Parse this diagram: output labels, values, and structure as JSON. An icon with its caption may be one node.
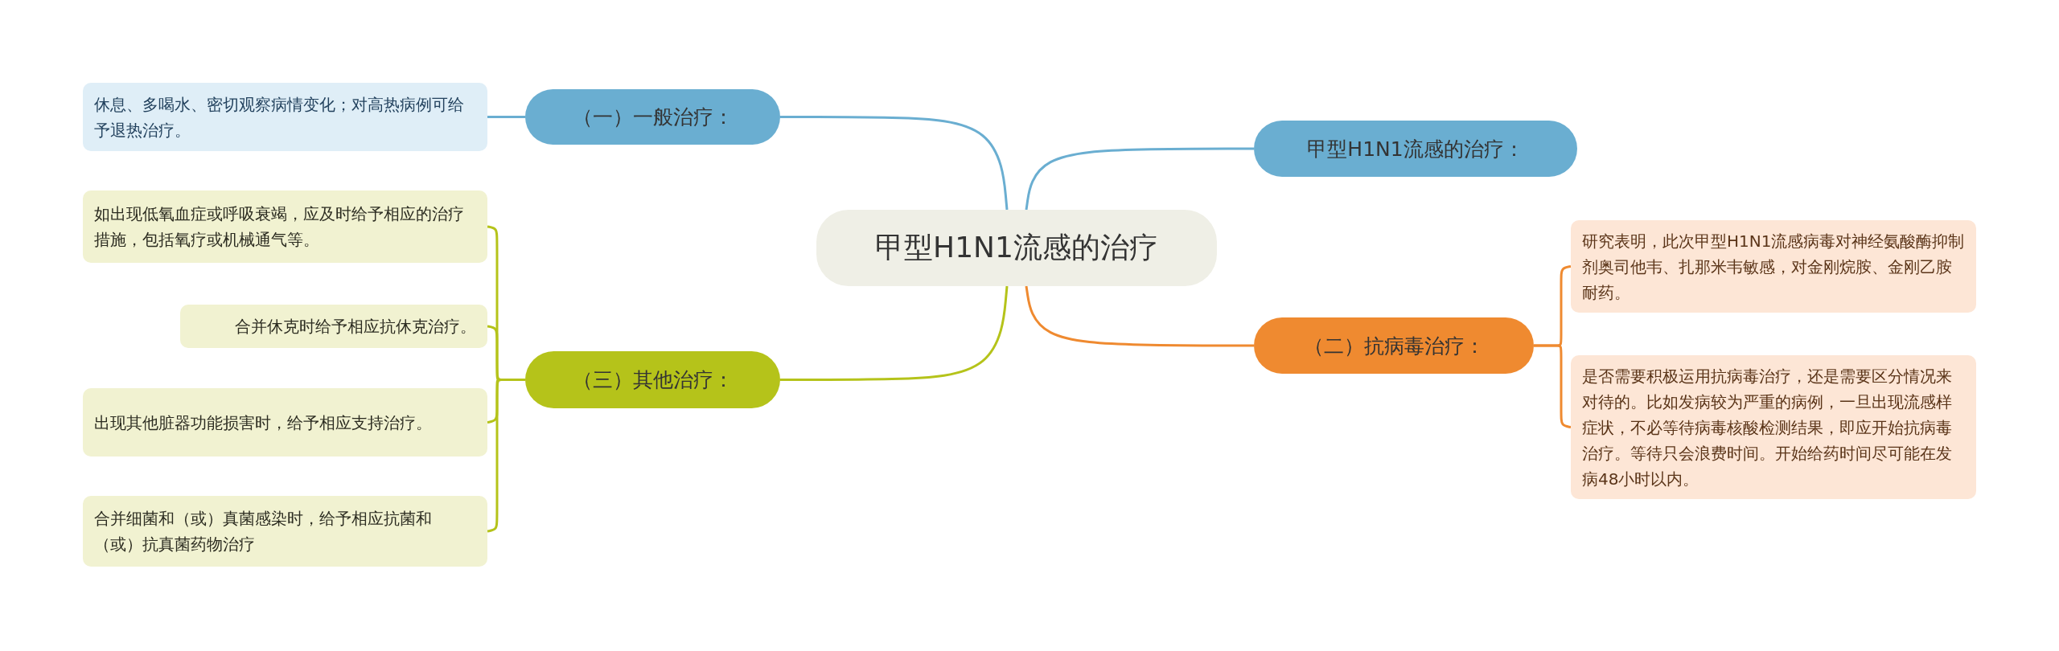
{
  "diagram": {
    "nodes": [
      {
        "text": [
          "甲型H1N1流感的治疗"
        ]
      },
      {
        "text": [
          "（一）一般治疗："
        ]
      },
      {
        "text": [
          "休息、多喝水、密切观察病情变化；对高热病例可给予退热治疗。"
        ]
      },
      {
        "text": [
          "甲型H1N1流感的治疗："
        ]
      },
      {
        "text": [
          "（二）抗病毒治疗："
        ]
      },
      {
        "text": [
          "研究表明，此次甲型H1N1流感病毒对神经氨酸酶抑制剂奥司他韦、扎那米韦敏感，对金刚烷胺、金刚乙胺耐药。"
        ]
      },
      {
        "text": [
          "是否需要积极运用抗病毒治疗，还是需要区分情况来对待的。比如发病较为严重的病例，一旦出现流感样症状，不必等待病毒核酸检测结果，即应开始抗病毒治疗。等待只会浪费时间。开始给药时间尽可能在发病48小时以内。"
        ]
      },
      {
        "text": [
          "（三）其他治疗："
        ]
      },
      {
        "text": [
          "如出现低氧血症或呼吸衰竭，应及时给予相应的治疗措施，包括氧疗或机械通气等。"
        ]
      },
      {
        "text": [
          "合并休克时给予相应抗休克治疗。"
        ]
      },
      {
        "text": [
          "出现其他脏器功能损害时，给予相应支持治疗。"
        ]
      },
      {
        "text": [
          "合并细菌和（或）真菌感染时，给予相应抗菌和（或）抗真菌药物治疗"
        ]
      }
    ],
    "edges": [
      {
        "from": 0,
        "to": 1,
        "arrow": "none",
        "color": "#6aaed1"
      },
      {
        "from": 1,
        "to": 2,
        "arrow": "none",
        "color": "#6aaed1"
      },
      {
        "from": 0,
        "to": 3,
        "arrow": "none",
        "color": "#6aaed1"
      },
      {
        "from": 0,
        "to": 4,
        "arrow": "none",
        "color": "#ef8a30"
      },
      {
        "from": 4,
        "to": 5,
        "arrow": "none",
        "color": "#ef8a30"
      },
      {
        "from": 4,
        "to": 6,
        "arrow": "none",
        "color": "#ef8a30"
      },
      {
        "from": 0,
        "to": 7,
        "arrow": "none",
        "color": "#b5c31a"
      },
      {
        "from": 7,
        "to": 8,
        "arrow": "none",
        "color": "#b5c31a"
      },
      {
        "from": 7,
        "to": 9,
        "arrow": "none",
        "color": "#b5c31a"
      },
      {
        "from": 7,
        "to": 10,
        "arrow": "none",
        "color": "#b5c31a"
      },
      {
        "from": 7,
        "to": 11,
        "arrow": "none",
        "color": "#b5c31a"
      }
    ]
  }
}
